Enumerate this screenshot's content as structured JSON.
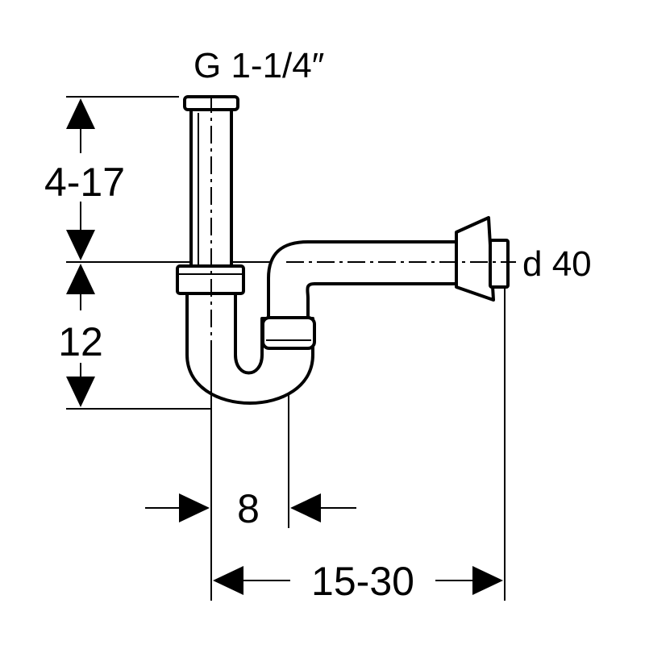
{
  "diagram": {
    "thread_label": "G 1-1/4″",
    "outlet_label": "d 40",
    "dim_top_height": "4-17",
    "dim_trap_height": "12",
    "dim_trap_width": "8",
    "dim_wall_distance": "15-30"
  }
}
